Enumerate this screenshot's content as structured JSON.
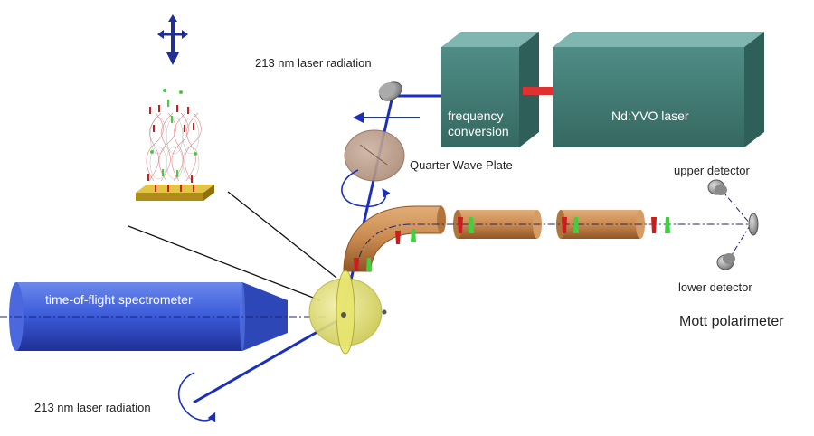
{
  "labels": {
    "laser_top": "213 nm laser radiation",
    "laser_bottom": "213 nm laser radiation",
    "frequency_conversion": "frequency\nconversion",
    "ndyvo_laser": "Nd:YVO laser",
    "quarter_wave_plate": "Quarter Wave Plate",
    "upper_detector": "upper detector",
    "lower_detector": "lower detector",
    "tof_spectrometer": "time-of-flight spectrometer",
    "mott_polarimeter": "Mott polarimeter"
  },
  "colors": {
    "laser_box": "#3f7a73",
    "laser_box_top": "#5c9c95",
    "laser_link": "#e03030",
    "beam": "#1a2fbf",
    "tube": "#c98a4f",
    "tube_dark": "#9a5e2c",
    "spectrometer": "#3a5ad8",
    "spectrometer_dark": "#23359a",
    "sample": "#e6e47a",
    "spin_up": "#3fcf3f",
    "spin_down": "#c81e1e",
    "substrate": "#d7b22a"
  },
  "icons": [
    "move-arrows-icon",
    "rotation-arrow-icon",
    "mirror-icon",
    "detector-icon"
  ]
}
